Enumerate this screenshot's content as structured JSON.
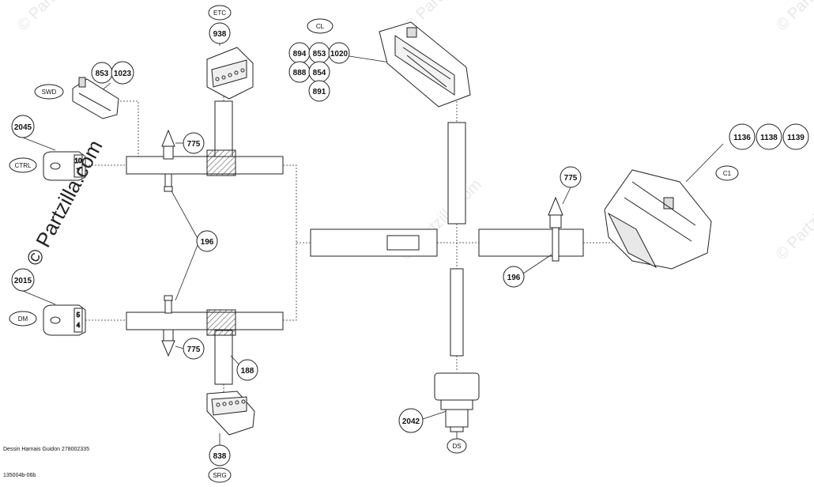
{
  "watermark": {
    "text": "© Partzilla.com",
    "faint_text": "© Partzilla.com"
  },
  "labels": {
    "etc": "ETC",
    "cl": "CL",
    "swd": "SWD",
    "ctrl": "CTRL",
    "dm": "DM",
    "c1": "C1",
    "srg": "SRG",
    "ds": "DS"
  },
  "parts": {
    "p938": "938",
    "p894": "894",
    "p853a": "853",
    "p1020": "1020",
    "p888": "888",
    "p854": "854",
    "p891": "891",
    "p853b": "853",
    "p1023": "1023",
    "p2045": "2045",
    "p775a": "775",
    "p196a": "196",
    "p2015": "2015",
    "p775b": "775",
    "p188": "188",
    "p838": "838",
    "p775c": "775",
    "p196b": "196",
    "p1136": "1136",
    "p1138": "1138",
    "p1139": "1139",
    "p2042": "2042"
  },
  "pins": {
    "ctrl_a": "10",
    "ctrl_b": "7",
    "dm_a": "5",
    "dm_b": "4"
  },
  "footer": {
    "line1": "Dessin Harnais Guidon 278002335",
    "line2": "135004b-06b"
  }
}
